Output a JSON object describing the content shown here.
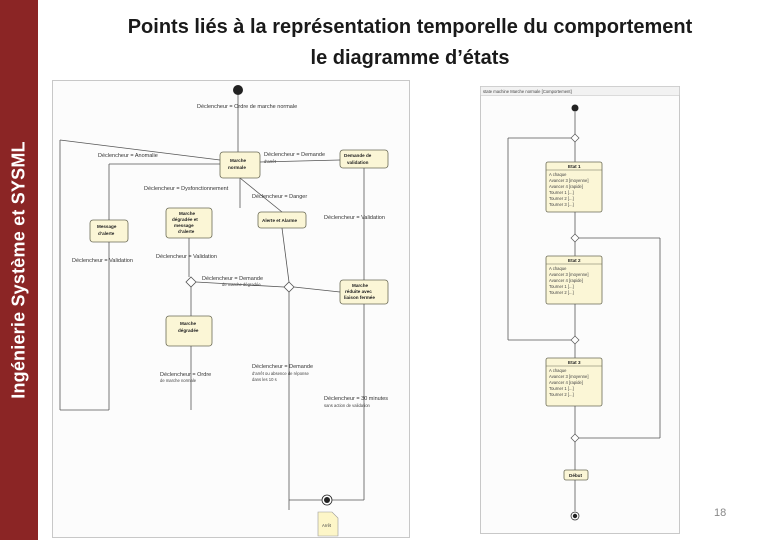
{
  "sidebar": {
    "title": "Ingénierie Système et SYSML"
  },
  "slide": {
    "title_line1": "Points liés à la représentation temporelle du comportement",
    "title_line2": "le diagramme d’états",
    "page_number": "18"
  },
  "colors": {
    "sidebar": "#8b2525",
    "state_fill": "#fbf6d6",
    "state_stroke": "#6a6a55"
  }
}
